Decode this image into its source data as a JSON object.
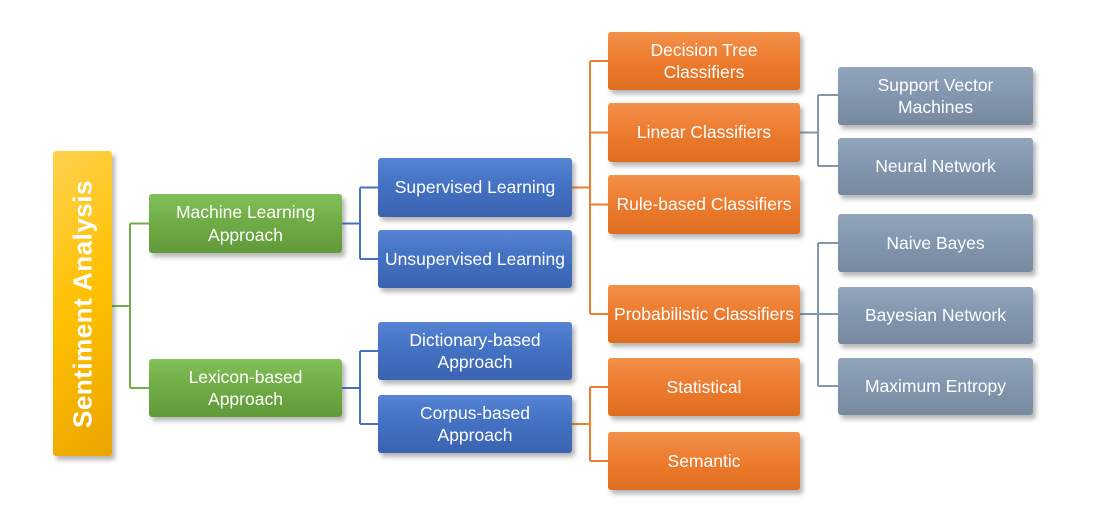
{
  "diagram_title": "Sentiment Analysis",
  "colors": {
    "root_fill": "#FFC000",
    "approach_fill": "#70AD47",
    "method_fill": "#4472C4",
    "classifier_fill": "#ED7D31",
    "algorithm_fill": "#8497B0",
    "text": "#FFFFFF",
    "connector_green": "#70AD47",
    "connector_blue": "#4472C4",
    "connector_orange": "#ED7D31",
    "connector_gray": "#8496AB"
  },
  "tree": {
    "label": "Sentiment Analysis",
    "children": [
      {
        "label": "Machine Learning Approach",
        "children": [
          {
            "label": "Supervised Learning",
            "children": [
              {
                "label": "Decision Tree Classifiers"
              },
              {
                "label": "Linear Classifiers",
                "children": [
                  {
                    "label": "Support Vector Machines"
                  },
                  {
                    "label": "Neural Network"
                  }
                ]
              },
              {
                "label": "Rule-based Classifiers"
              },
              {
                "label": "Probabilistic Classifiers",
                "children": [
                  {
                    "label": "Naive Bayes"
                  },
                  {
                    "label": "Bayesian Network"
                  },
                  {
                    "label": "Maximum Entropy"
                  }
                ]
              }
            ]
          },
          {
            "label": "Unsupervised Learning"
          }
        ]
      },
      {
        "label": "Lexicon-based Approach",
        "children": [
          {
            "label": "Dictionary-based Approach"
          },
          {
            "label": "Corpus-based Approach",
            "children": [
              {
                "label": "Statistical"
              },
              {
                "label": "Semantic"
              }
            ]
          }
        ]
      }
    ]
  }
}
